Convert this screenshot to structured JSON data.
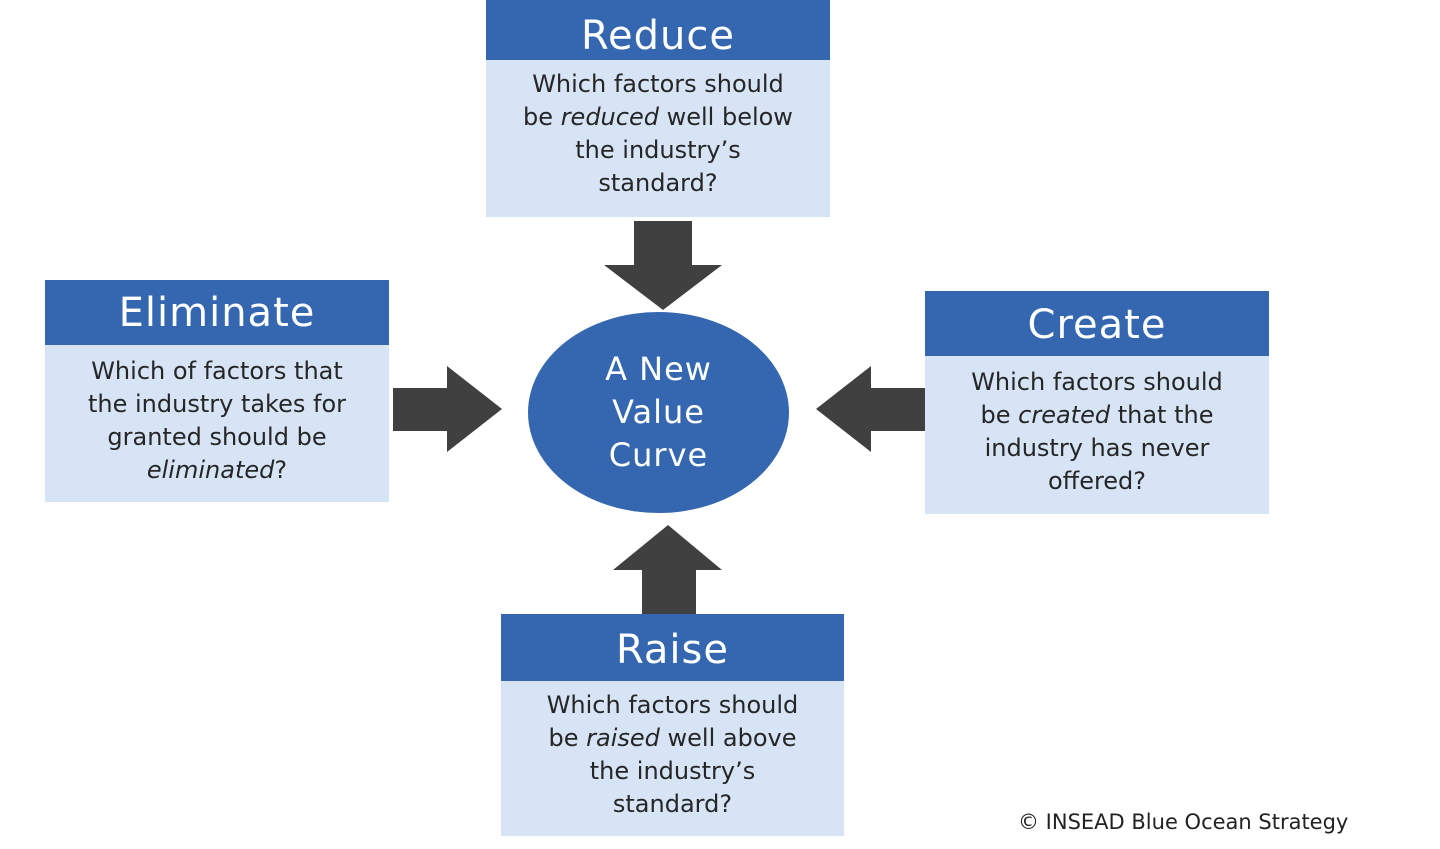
{
  "center": {
    "line1": "A New",
    "line2": "Value",
    "line3": "Curve"
  },
  "reduce": {
    "title": "Reduce",
    "line1": "Which factors should",
    "line2_pre": "be ",
    "line2_em": "reduced",
    "line2_post": " well below",
    "line3": "the industry’s",
    "line4": "standard?"
  },
  "eliminate": {
    "title": "Eliminate",
    "line1": "Which of factors that",
    "line2": "the industry takes for",
    "line3": "granted should be",
    "line4_em": "eliminated",
    "line4_post": "?"
  },
  "create": {
    "title": "Create",
    "line1": "Which factors should",
    "line2_pre": "be ",
    "line2_em": "created",
    "line2_post": " that the",
    "line3": "industry has never",
    "line4": "offered?"
  },
  "raise": {
    "title": "Raise",
    "line1": "Which factors should",
    "line2_pre": "be ",
    "line2_em": "raised",
    "line2_post": " well above",
    "line3": "the industry’s",
    "line4": "standard?"
  },
  "copyright": "© INSEAD Blue Ocean Strategy",
  "colors": {
    "header_blue": "#3467B0",
    "body_light_blue": "#D6E4F6",
    "arrow_dark": "#404040"
  }
}
